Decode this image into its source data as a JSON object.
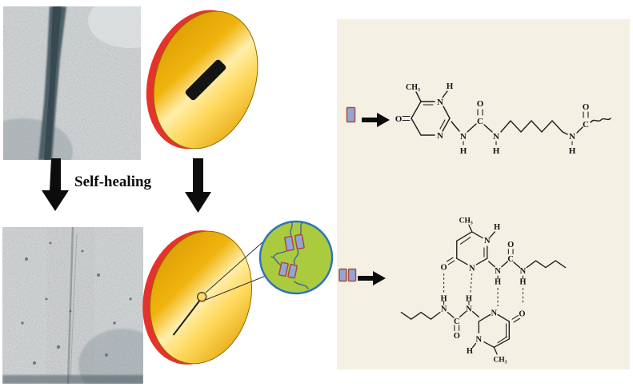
{
  "figure": {
    "process_label": "Self-healing"
  },
  "atoms": {
    "C": "C",
    "N": "N",
    "O": "O",
    "H": "H",
    "CH3": "CH₃"
  },
  "icons": {
    "down_arrow": "↓",
    "right_arrow": "→",
    "upy_unit_legend": "blue-rectangle",
    "upy_dimer_legend": "blue-rectangle-pair",
    "magnified_inset": "zoom-circle"
  },
  "colors": {
    "disc_gold": "#f0b40e",
    "disc_gold_light": "#ffeeaa",
    "disc_rim_red": "#e5332b",
    "scratch": "#141414",
    "inset_fill_green": "#abcb3f",
    "inset_border_blue": "#2f74bb",
    "upy_unit_fill": "#8fa6d6",
    "upy_unit_border": "#b34a33",
    "panel_background": "#f4f0e3",
    "micrograph_base": "#cfd4d6",
    "crack": "#4d5e68",
    "bond": "#1c1c1c"
  }
}
